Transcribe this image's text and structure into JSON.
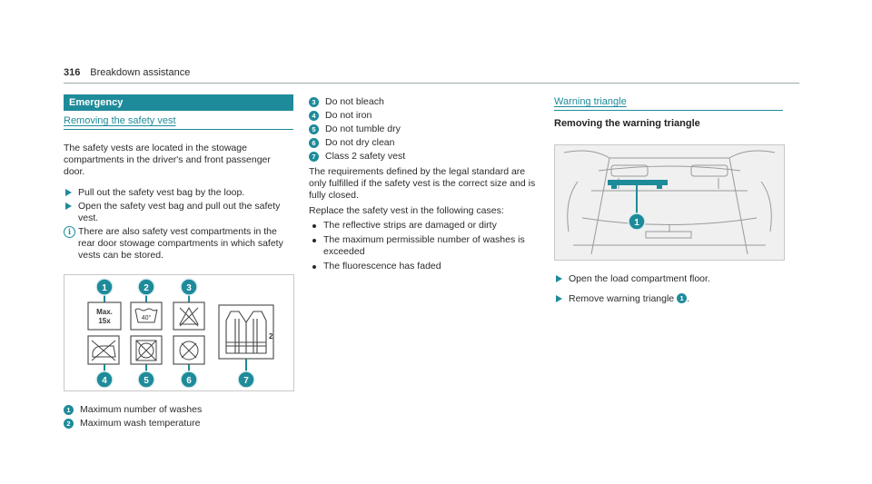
{
  "header": {
    "page_number": "316",
    "section": "Breakdown assistance"
  },
  "col1": {
    "section_title": "Emergency",
    "subheading": "Removing the safety vest",
    "intro": "The safety vests are located in the stowage compartments in the driver's and front passenger door.",
    "steps": [
      "Pull out the safety vest bag by the loop.",
      "Open the safety vest bag and pull out the safety vest."
    ],
    "note": "There are also safety vest compartments in the rear door stowage compartments in which safety vests can be stored.",
    "figure": {
      "label_max": "Max.",
      "label_count": "15x",
      "label_temp": "40°",
      "label_class": "2",
      "callouts": [
        "1",
        "2",
        "3",
        "4",
        "5",
        "6",
        "7"
      ]
    },
    "legend": [
      {
        "num": "1",
        "text": "Maximum number of washes"
      },
      {
        "num": "2",
        "text": "Maximum wash temperature"
      }
    ]
  },
  "col2": {
    "legend": [
      {
        "num": "3",
        "text": "Do not bleach"
      },
      {
        "num": "4",
        "text": "Do not iron"
      },
      {
        "num": "5",
        "text": "Do not tumble dry"
      },
      {
        "num": "6",
        "text": "Do not dry clean"
      },
      {
        "num": "7",
        "text": "Class 2 safety vest"
      }
    ],
    "para1": "The requirements defined by the legal standard are only fulfilled if the safety vest is the correct size and is fully closed.",
    "para2": "Replace the safety vest in the following cases:",
    "bullets": [
      "The reflective strips are damaged or dirty",
      "The maximum permissible number of washes is exceeded",
      "The fluorescence has faded"
    ]
  },
  "col3": {
    "subheading": "Warning triangle",
    "heading": "Removing the warning triangle",
    "figure": {
      "callout": "1"
    },
    "steps": [
      {
        "text": "Open the load compartment floor."
      },
      {
        "text": "Remove warning triangle",
        "badge": "1",
        "suffix": "."
      }
    ]
  },
  "colors": {
    "accent": "#1e8b9a",
    "text": "#2b2b2b"
  }
}
